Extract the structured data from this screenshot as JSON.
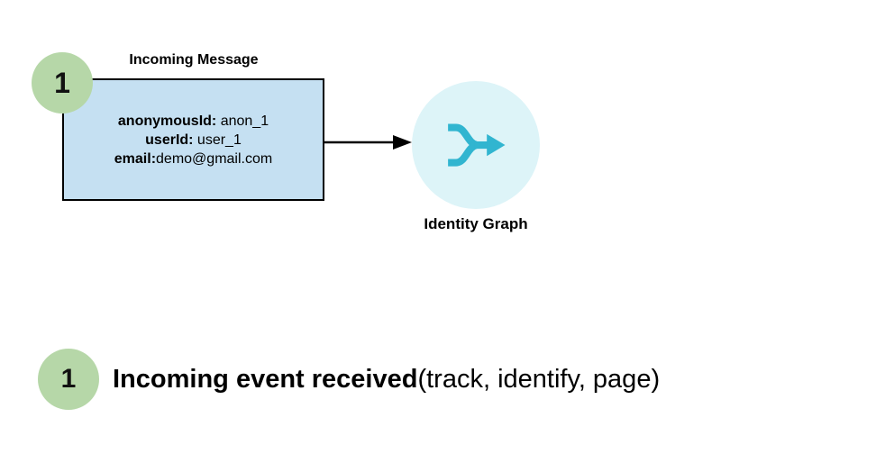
{
  "diagram": {
    "step_badge": "1",
    "incoming_message": {
      "title": "Incoming Message",
      "fields": [
        {
          "label": "anonymousId:",
          "value": " anon_1"
        },
        {
          "label": "userId:",
          "value": " user_1"
        },
        {
          "label": "email:",
          "value": "demo@gmail.com"
        }
      ]
    },
    "identity_graph": {
      "label": "Identity Graph",
      "icon": "merge-arrow-icon"
    },
    "connector": "right-arrow"
  },
  "caption": {
    "badge": "1",
    "bold": "Incoming event received",
    "rest": " (track, identify, page)"
  },
  "colors": {
    "badge_green": "#b6d7a8",
    "message_box_fill": "#c5e0f2",
    "message_box_border": "#000000",
    "identity_circle_fill": "#ddf4f8",
    "merge_icon_teal": "#31b5d0",
    "arrow_black": "#000000",
    "text_black": "#000000",
    "background": "#ffffff"
  }
}
